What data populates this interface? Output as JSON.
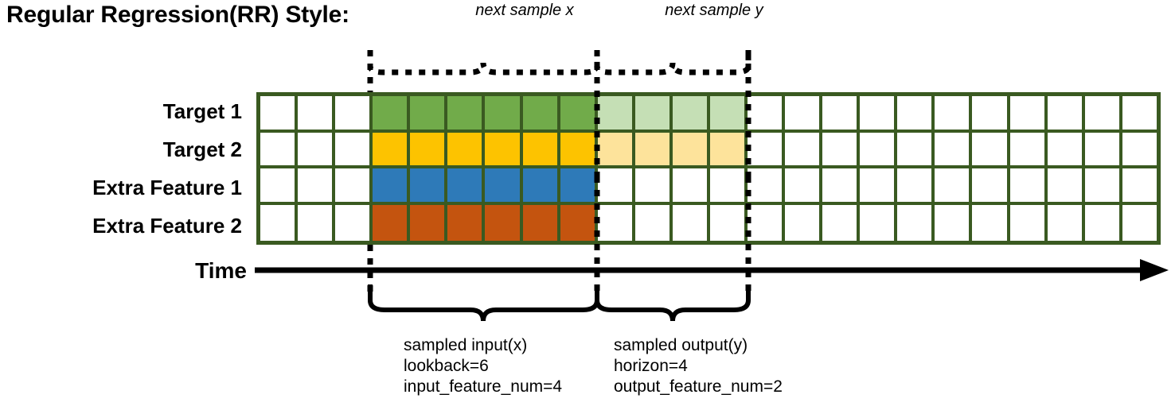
{
  "title": "Regular Regression(RR) Style:",
  "annotations": {
    "next_sample_x": "next sample x",
    "next_sample_y": "next sample y"
  },
  "rows": [
    {
      "label": "Target 1",
      "fill": "green"
    },
    {
      "label": "Target 2",
      "fill": "yellow"
    },
    {
      "label": "Extra Feature 1",
      "fill": "blue"
    },
    {
      "label": "Extra Feature 2",
      "fill": "orange"
    }
  ],
  "grid": {
    "total_columns": 24,
    "leading_blank_columns": 3,
    "input_columns": 6,
    "output_columns": 4,
    "trailing_blank_columns": 11,
    "cells": [
      [
        "white",
        "white",
        "white",
        "green",
        "green",
        "green",
        "green",
        "green",
        "green",
        "green-l",
        "green-l",
        "green-l",
        "green-l",
        "white",
        "white",
        "white",
        "white",
        "white",
        "white",
        "white",
        "white",
        "white",
        "white",
        "white"
      ],
      [
        "white",
        "white",
        "white",
        "yellow",
        "yellow",
        "yellow",
        "yellow",
        "yellow",
        "yellow",
        "yellow-l",
        "yellow-l",
        "yellow-l",
        "yellow-l",
        "white",
        "white",
        "white",
        "white",
        "white",
        "white",
        "white",
        "white",
        "white",
        "white",
        "white"
      ],
      [
        "white",
        "white",
        "white",
        "blue",
        "blue",
        "blue",
        "blue",
        "blue",
        "blue",
        "white",
        "white",
        "white",
        "white",
        "white",
        "white",
        "white",
        "white",
        "white",
        "white",
        "white",
        "white",
        "white",
        "white",
        "white"
      ],
      [
        "white",
        "white",
        "white",
        "orange",
        "orange",
        "orange",
        "orange",
        "orange",
        "orange",
        "white",
        "white",
        "white",
        "white",
        "white",
        "white",
        "white",
        "white",
        "white",
        "white",
        "white",
        "white",
        "white",
        "white",
        "white"
      ]
    ]
  },
  "time_axis": {
    "label": "Time"
  },
  "captions": {
    "input": {
      "line1": "sampled input(x)",
      "line2": "lookback=6",
      "line3": "input_feature_num=4"
    },
    "output": {
      "line1": "sampled output(y)",
      "line2": "horizon=4",
      "line3": "output_feature_num=2"
    }
  },
  "colors": {
    "green": "#71ab4a",
    "green_light": "#c5dfb5",
    "yellow": "#fdc300",
    "yellow_light": "#fde39b",
    "blue": "#2e7ab8",
    "orange": "#c4540f",
    "border": "#3a5a21",
    "line": "#000000"
  }
}
